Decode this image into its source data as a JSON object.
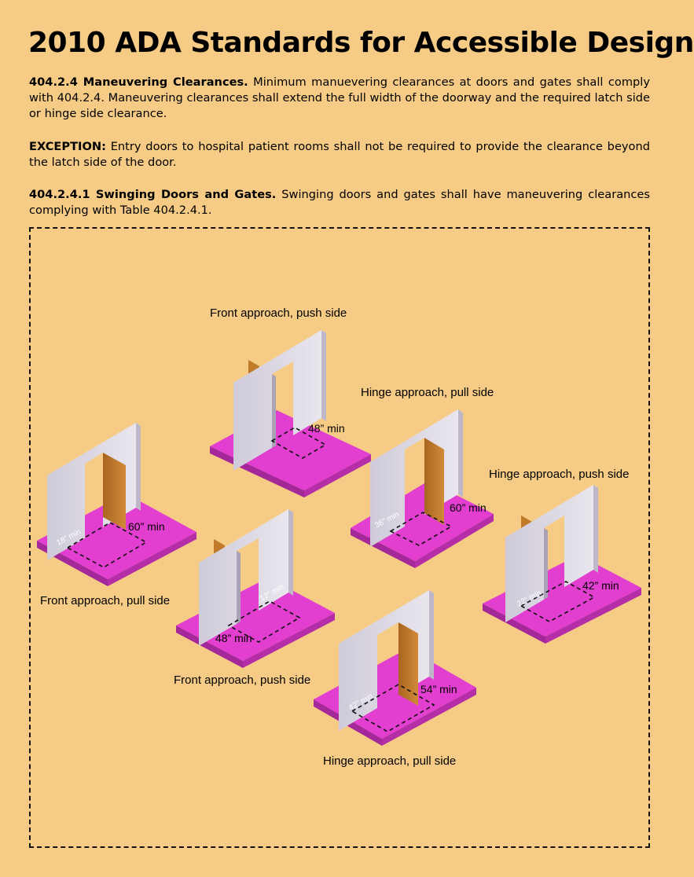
{
  "title": "2010 ADA Standards for Accessible Design",
  "section_404_2_4": {
    "heading": "404.2.4 Maneuvering Clearances.",
    "text": " Minimum manuevering clearances at doors and gates shall comply with 404.2.4. Maneuvering clearances shall extend the full width of the doorway and the required latch side or hinge side clearance."
  },
  "exception": {
    "heading": "EXCEPTION:",
    "text": " Entry doors to hospital patient rooms shall not be required to provide the clearance beyond the latch side of the door."
  },
  "section_404_2_4_1": {
    "heading": "404.2.4.1 Swinging Doors and Gates.",
    "text": " Swinging doors and gates shall have maneuvering clearances complying with Table 404.2.4.1."
  },
  "diagrams": [
    {
      "caption": "Front approach, push side",
      "depth": "48” min"
    },
    {
      "caption": "Hinge approach, pull side",
      "depth": "60” min",
      "side": "36” min"
    },
    {
      "caption": "Hinge approach, push side",
      "depth": "42” min",
      "side": "22” min"
    },
    {
      "caption": "Front approach, pull side",
      "depth": "60” min",
      "side": "18” min"
    },
    {
      "caption": "Front approach, push side",
      "depth": "48” min",
      "side": "12” min"
    },
    {
      "caption": "Hinge approach, pull side",
      "depth": "54” min",
      "side": "42” min"
    }
  ],
  "colors": {
    "background": "#f5cb86",
    "floor": "#e23ecf",
    "wall": "#d9d4e0",
    "door": "#c07a2a"
  }
}
